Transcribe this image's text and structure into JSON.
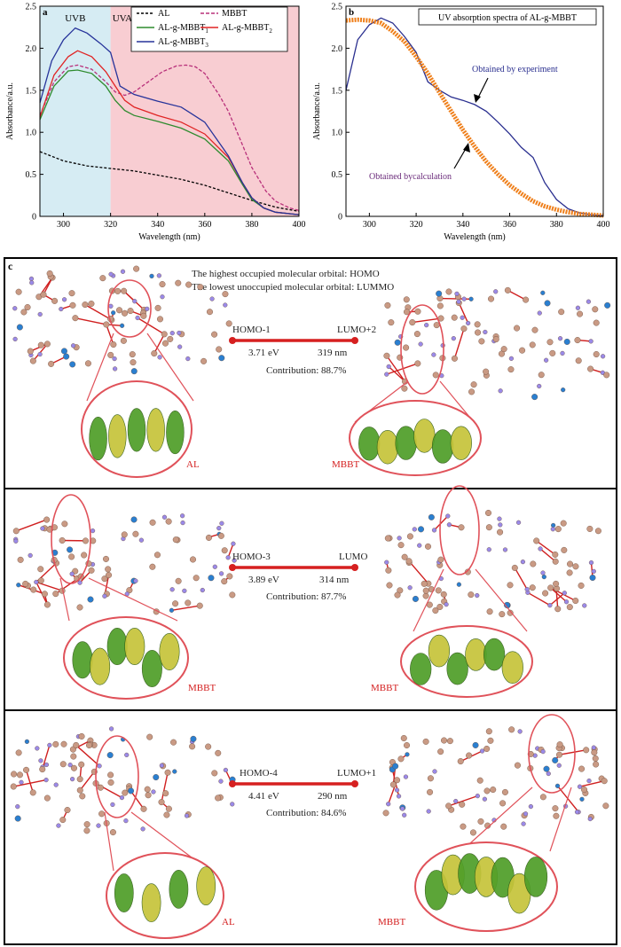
{
  "colors": {
    "uvb": "#d6ecf3",
    "uva": "#f8cdd2",
    "AL": "#000000",
    "MBBT": "#b8307a",
    "g1": "#2e8b2e",
    "g2": "#e02424",
    "g3": "#26339a",
    "exp": "#2a2f8f",
    "calc": "#ef7f1a",
    "ring": "#e0525a",
    "bond": "#d02020"
  },
  "chart_data": [
    {
      "type": "line",
      "panel": "a",
      "xlabel": "Wavelength (nm)",
      "ylabel": "Absorbance/a.u.",
      "xlim": [
        290,
        400
      ],
      "ylim": [
        0,
        2.5
      ],
      "xticks": [
        300,
        320,
        340,
        360,
        380,
        400
      ],
      "yticks": [
        0,
        0.5,
        1.0,
        1.5,
        2.0,
        2.5
      ],
      "yticklabels": [
        "0",
        "0.5",
        "1.0",
        "1.5",
        "2.0",
        "2.5"
      ],
      "regions": [
        {
          "label": "UVB",
          "from": 290,
          "to": 320
        },
        {
          "label": "UVA",
          "from": 320,
          "to": 400
        }
      ],
      "series": [
        {
          "name": "AL",
          "style": "dashed",
          "x": [
            290,
            300,
            310,
            320,
            330,
            340,
            350,
            360,
            370,
            380,
            390,
            400
          ],
          "y": [
            0.77,
            0.66,
            0.6,
            0.57,
            0.54,
            0.49,
            0.44,
            0.37,
            0.28,
            0.19,
            0.11,
            0.06
          ]
        },
        {
          "name": "MBBT",
          "style": "dashed",
          "x": [
            290,
            296,
            302,
            306,
            312,
            318,
            322,
            326,
            330,
            336,
            342,
            348,
            352,
            356,
            360,
            366,
            370,
            376,
            380,
            386,
            390,
            396,
            400
          ],
          "y": [
            1.2,
            1.6,
            1.78,
            1.8,
            1.75,
            1.6,
            1.48,
            1.44,
            1.48,
            1.6,
            1.72,
            1.79,
            1.8,
            1.78,
            1.7,
            1.45,
            1.25,
            0.85,
            0.58,
            0.3,
            0.18,
            0.1,
            0.07
          ]
        },
        {
          "name": "AL-g-MBBT",
          "sub": "1",
          "style": "solid",
          "x": [
            290,
            296,
            302,
            306,
            312,
            318,
            322,
            326,
            330,
            340,
            350,
            360,
            370,
            376,
            380,
            385,
            390,
            400
          ],
          "y": [
            1.15,
            1.55,
            1.73,
            1.74,
            1.7,
            1.55,
            1.38,
            1.26,
            1.2,
            1.13,
            1.05,
            0.92,
            0.66,
            0.38,
            0.2,
            0.1,
            0.05,
            0.02
          ]
        },
        {
          "name": "AL-g-MBBT",
          "sub": "2",
          "style": "solid",
          "x": [
            290,
            296,
            302,
            306,
            312,
            318,
            322,
            326,
            330,
            340,
            350,
            360,
            370,
            376,
            380,
            385,
            390,
            400
          ],
          "y": [
            1.18,
            1.68,
            1.9,
            1.97,
            1.9,
            1.72,
            1.55,
            1.38,
            1.3,
            1.2,
            1.12,
            0.98,
            0.7,
            0.4,
            0.22,
            0.1,
            0.05,
            0.02
          ]
        },
        {
          "name": "AL-g-MBBT",
          "sub": "3",
          "style": "solid",
          "x": [
            290,
            295,
            300,
            305,
            310,
            316,
            320,
            324,
            330,
            340,
            350,
            360,
            370,
            376,
            380,
            385,
            390,
            400
          ],
          "y": [
            1.35,
            1.85,
            2.1,
            2.24,
            2.18,
            2.05,
            1.95,
            1.55,
            1.45,
            1.37,
            1.3,
            1.12,
            0.72,
            0.4,
            0.22,
            0.1,
            0.05,
            0.02
          ]
        }
      ]
    },
    {
      "type": "line",
      "panel": "b",
      "title": "UV absorption spectra of AL-g-MBBT",
      "xlabel": "Wavelength (nm)",
      "ylabel": "Absorbance/a.u.",
      "xlim": [
        290,
        400
      ],
      "ylim": [
        0,
        2.5
      ],
      "xticks": [
        300,
        320,
        340,
        360,
        380,
        400
      ],
      "yticks": [
        0,
        0.5,
        1.0,
        1.5,
        2.0,
        2.5
      ],
      "yticklabels": [
        "0",
        "0.5",
        "1.0",
        "1.5",
        "2.0",
        "2.5"
      ],
      "series": [
        {
          "name": "Obtained by experiment",
          "x": [
            290,
            295,
            300,
            305,
            310,
            315,
            320,
            325,
            330,
            335,
            340,
            345,
            350,
            355,
            360,
            365,
            370,
            375,
            380,
            385,
            390,
            395,
            400
          ],
          "y": [
            1.5,
            2.1,
            2.28,
            2.36,
            2.3,
            2.14,
            1.95,
            1.6,
            1.5,
            1.42,
            1.38,
            1.33,
            1.25,
            1.12,
            0.98,
            0.82,
            0.7,
            0.4,
            0.2,
            0.09,
            0.04,
            0.02,
            0.01
          ]
        },
        {
          "name": "Obtained bycalculation",
          "x": [
            290,
            295,
            300,
            305,
            310,
            315,
            320,
            325,
            330,
            335,
            340,
            345,
            350,
            355,
            360,
            365,
            370,
            375,
            380,
            385,
            390,
            395,
            400
          ],
          "y": [
            2.33,
            2.34,
            2.33,
            2.3,
            2.2,
            2.08,
            1.9,
            1.7,
            1.47,
            1.25,
            1.03,
            0.83,
            0.65,
            0.5,
            0.37,
            0.27,
            0.18,
            0.12,
            0.08,
            0.05,
            0.03,
            0.02,
            0.01
          ]
        }
      ]
    }
  ],
  "panel_c": {
    "label": "c",
    "legend_line1": "The highest occupied molecular orbital: HOMO",
    "legend_line2": "The lowest unoccupied molecular orbital: LUMMO",
    "rows": [
      {
        "left": "HOMO-1",
        "right": "LUMO+2",
        "energy": "3.71 eV",
        "wavelength": "319 nm",
        "contribution": "Contribution: 88.7%",
        "left_mol": "AL",
        "right_mol": "MBBT"
      },
      {
        "left": "HOMO-3",
        "right": "LUMO",
        "energy": "3.89 eV",
        "wavelength": "314 nm",
        "contribution": "Contribution: 87.7%",
        "left_mol": "MBBT",
        "right_mol": "MBBT"
      },
      {
        "left": "HOMO-4",
        "right": "LUMO+1",
        "energy": "4.41 eV",
        "wavelength": "290 nm",
        "contribution": "Contribution: 84.6%",
        "left_mol": "AL",
        "right_mol": "MBBT"
      }
    ]
  }
}
